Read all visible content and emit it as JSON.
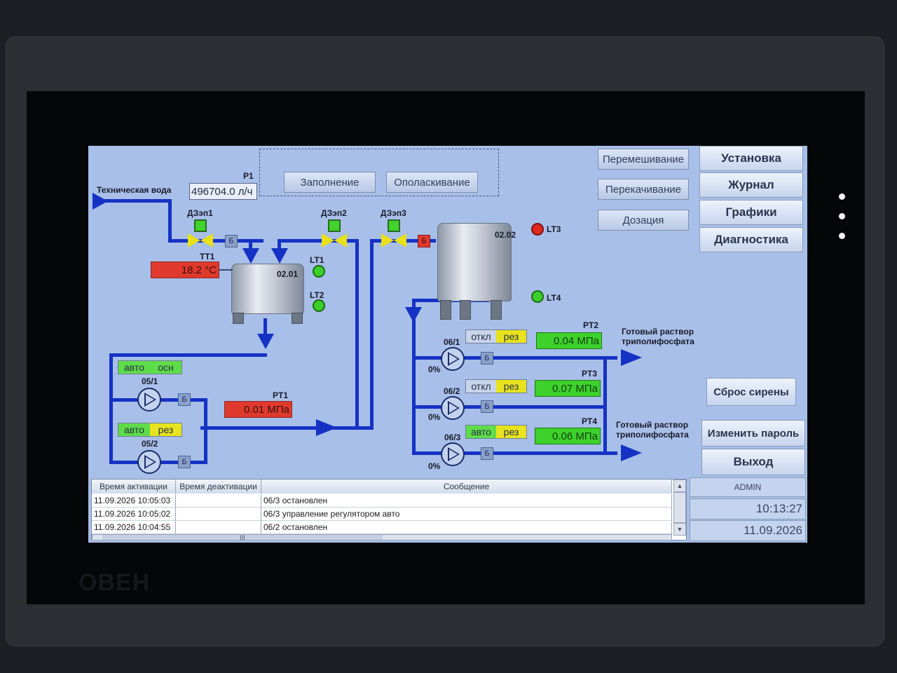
{
  "brand": "ОВЕН",
  "header": {
    "process_buttons": [
      "Заполнение",
      "Ополаскивание"
    ],
    "mode_buttons": [
      "Перемешивание",
      "Перекачивание",
      "Дозация"
    ],
    "nav_buttons": [
      "Установка",
      "Журнал",
      "Графики",
      "Диагностика"
    ]
  },
  "inlet": {
    "label": "Техническая вода",
    "flow_tag": "P1",
    "flow_value": "496704.0 л/ч"
  },
  "valves": [
    {
      "tag": "ДЗэп1",
      "color": "#e8e018"
    },
    {
      "tag": "ДЗэп2",
      "color": "#e8e018"
    },
    {
      "tag": "ДЗэп3",
      "color": "#e8e018"
    }
  ],
  "b_label": "Б",
  "tank1": {
    "tag": "02.01",
    "temp_tag": "ТТ1",
    "temp_value": "18.2 °C",
    "levels": [
      {
        "tag": "LT1",
        "color": "#3ccf2a"
      },
      {
        "tag": "LT2",
        "color": "#3ccf2a"
      }
    ]
  },
  "tank2": {
    "tag": "02.02",
    "levels": [
      {
        "tag": "LT3",
        "color": "#e02a20"
      },
      {
        "tag": "LT4",
        "color": "#3ccf2a"
      }
    ]
  },
  "left_pumps": [
    {
      "tag": "05/1",
      "mode": [
        "авто",
        "осн"
      ],
      "mode_colors": [
        "#5fdc4a",
        "#5fdc4a"
      ]
    },
    {
      "tag": "05/2",
      "mode": [
        "авто",
        "рез"
      ],
      "mode_colors": [
        "#5fdc4a",
        "#e8e31e"
      ]
    }
  ],
  "pt1": {
    "tag": "PT1",
    "value": "0.01 МПа"
  },
  "right_pumps": [
    {
      "tag": "06/1",
      "mode": [
        "откл",
        "рез"
      ],
      "mode_colors": [
        "#c8d4ea",
        "#e8e31e"
      ],
      "pct": "0%",
      "pt_tag": "PT2",
      "pt_value": "0.04 МПа"
    },
    {
      "tag": "06/2",
      "mode": [
        "откл",
        "рез"
      ],
      "mode_colors": [
        "#c8d4ea",
        "#e8e31e"
      ],
      "pct": "0%",
      "pt_tag": "PT3",
      "pt_value": "0.07 МПа"
    },
    {
      "tag": "06/3",
      "mode": [
        "авто",
        "рез"
      ],
      "mode_colors": [
        "#5fdc4a",
        "#e8e31e"
      ],
      "pct": "0%",
      "pt_tag": "PT4",
      "pt_value": "0.06 МПа"
    }
  ],
  "outputs": [
    "Готовый раствор\nтриполифосфата",
    "Готовый раствор\nтриполифосфата"
  ],
  "side_buttons": {
    "reset": "Сброс сирены",
    "password": "Изменить пароль",
    "exit": "Выход"
  },
  "status": {
    "user": "ADMIN",
    "time": "10:13:27",
    "date": "11.09.2026"
  },
  "log": {
    "columns": [
      "Время активации",
      "Время деактивации",
      "Сообщение"
    ],
    "rows": [
      [
        "11.09.2026 10:05:03",
        "",
        "06/3 остановлен"
      ],
      [
        "11.09.2026 10:05:02",
        "",
        "06/3 управление регулятором авто"
      ],
      [
        "11.09.2026 10:04:55",
        "",
        "06/2 остановлен"
      ]
    ],
    "scroll_grip": "III"
  },
  "colors": {
    "background": "#a8bfe9",
    "pipe": "#1532c4",
    "alarm_red": "#e03a2e",
    "ok_green": "#3ed12c"
  }
}
